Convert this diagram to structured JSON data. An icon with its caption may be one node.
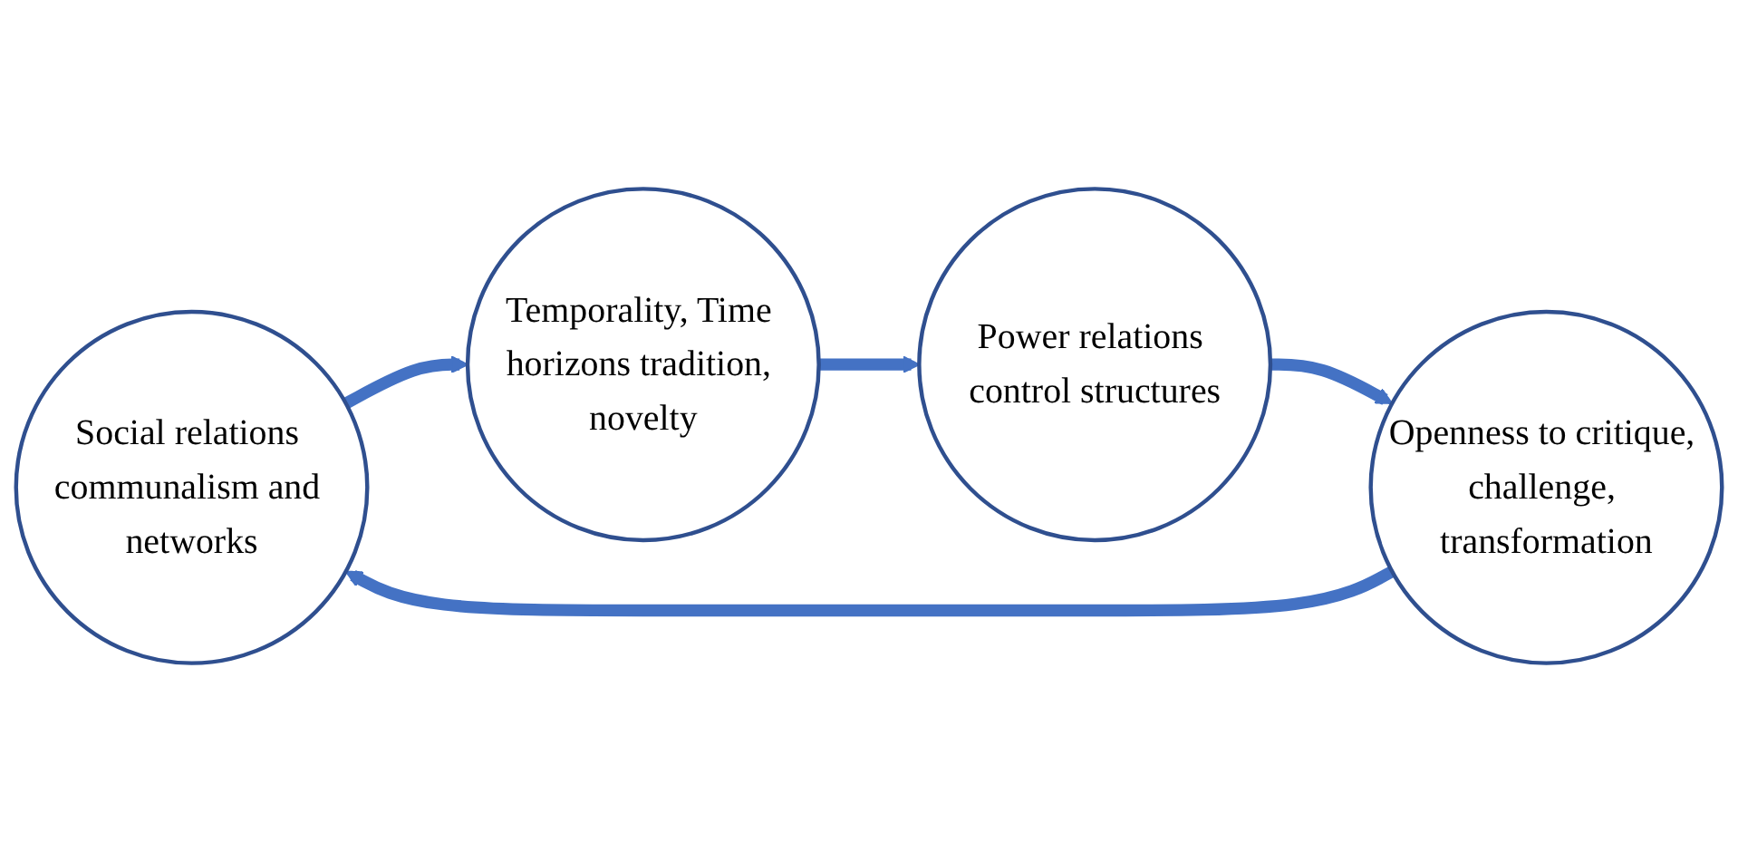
{
  "diagram": {
    "nodes": [
      {
        "text": [
          "Social relations communalism and networks"
        ]
      },
      {
        "text": [
          "Power relations control structures"
        ]
      },
      {
        "text": [
          "Temporality, Time horizons tradition, novelty"
        ]
      },
      {
        "text": [
          "Openness to critique, challenge, transformation"
        ]
      }
    ],
    "edges": [
      {
        "from": 0,
        "to": 2,
        "arrow": "to"
      },
      {
        "from": 2,
        "to": 1,
        "arrow": "to"
      },
      {
        "from": 3,
        "to": 0,
        "arrow": "to"
      },
      {
        "from": 1,
        "to": 3,
        "arrow": "to"
      }
    ]
  }
}
